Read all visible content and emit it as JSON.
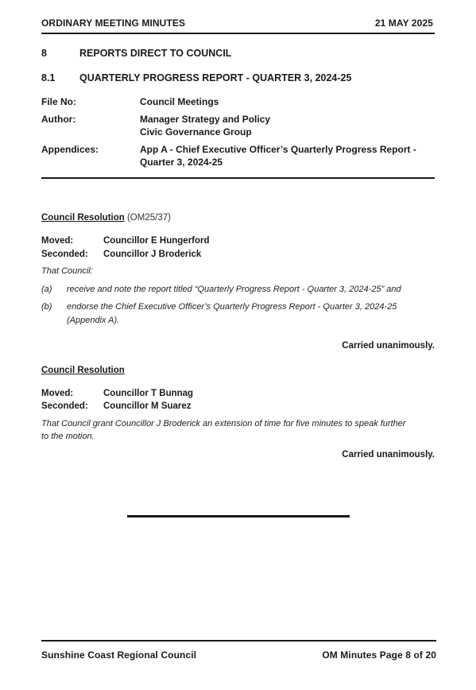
{
  "header": {
    "left": "ORDINARY MEETING MINUTES",
    "right": "21 MAY 2025"
  },
  "section": {
    "number": "8",
    "title": "REPORTS DIRECT TO COUNCIL"
  },
  "subsection": {
    "number": "8.1",
    "title": "QUARTERLY PROGRESS REPORT - QUARTER 3, 2024-25"
  },
  "meta": {
    "file_label": "File No:",
    "file_value": "Council Meetings",
    "author_label": "Author:",
    "author_line1": "Manager Strategy and Policy",
    "author_line2": "Civic Governance Group",
    "appendices_label": "Appendices:",
    "appendices_line1": "App A - Chief Executive Officer’s Quarterly Progress Report -",
    "appendices_line2": "Quarter 3, 2024-25"
  },
  "resolution1": {
    "heading": "Council Resolution",
    "ref": " (OM25/37)",
    "moved_label": "Moved:",
    "moved_value": "Councillor E Hungerford",
    "seconded_label": "Seconded:",
    "seconded_value": "Councillor J Broderick",
    "intro": "That Council:",
    "items": [
      {
        "marker": "(a)",
        "line1": "receive and note the report titled “Quarterly Progress Report - Quarter 3, 2024-25” and",
        "line2": ""
      },
      {
        "marker": "(b)",
        "line1": "endorse the Chief Executive Officer’s Quarterly Progress Report - Quarter 3, 2024-25",
        "line2": "(Appendix A)."
      }
    ],
    "result": "Carried unanimously."
  },
  "resolution2": {
    "heading": "Council Resolution",
    "moved_label": "Moved:",
    "moved_value": "Councillor T Bunnag",
    "seconded_label": "Seconded:",
    "seconded_value": "Councillor M Suarez",
    "text_line1": "That Council grant Councillor J Broderick an extension of time for five minutes to speak further",
    "text_line2": "to the motion.",
    "result": "Carried unanimously."
  },
  "footer": {
    "left": "Sunshine Coast Regional Council",
    "right": "OM Minutes Page 8 of 20"
  }
}
